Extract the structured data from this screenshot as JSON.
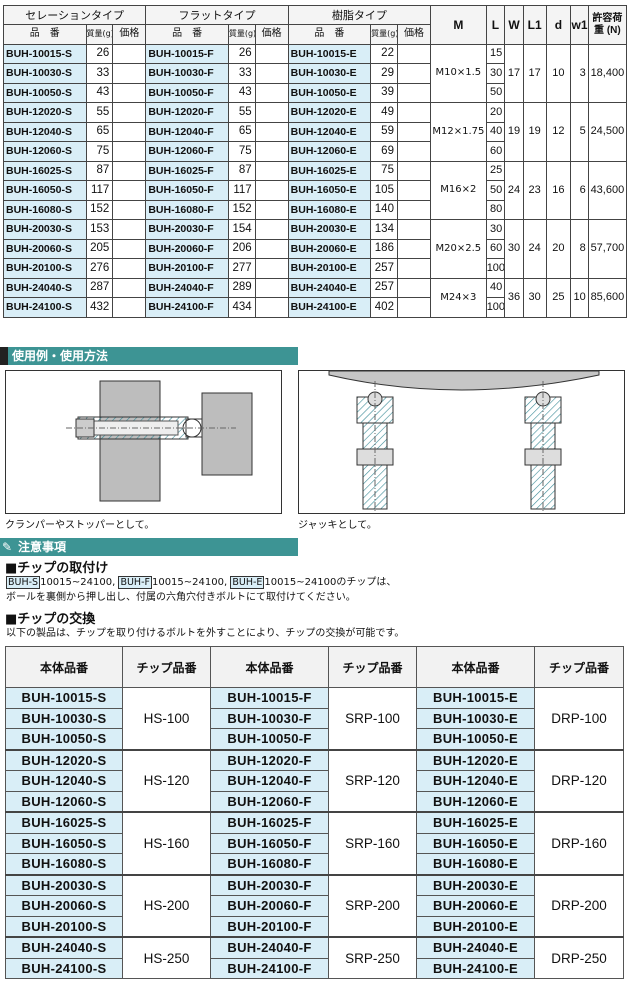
{
  "spec": {
    "groups": [
      "セレーションタイプ",
      "フラットタイプ",
      "樹脂タイプ"
    ],
    "sub_headers": {
      "code": "品　番",
      "mass": "質量(g)",
      "price": "価格"
    },
    "dim_headers": [
      "M",
      "L",
      "W",
      "L1",
      "d",
      "w1"
    ],
    "load_header": "許容荷重 (N)",
    "rows": [
      {
        "s": "BUH-10015-S",
        "sm": "26",
        "f": "BUH-10015-F",
        "fm": "26",
        "e": "BUH-10015-E",
        "em": "22",
        "L": "15"
      },
      {
        "s": "BUH-10030-S",
        "sm": "33",
        "f": "BUH-10030-F",
        "fm": "33",
        "e": "BUH-10030-E",
        "em": "29",
        "L": "30"
      },
      {
        "s": "BUH-10050-S",
        "sm": "43",
        "f": "BUH-10050-F",
        "fm": "43",
        "e": "BUH-10050-E",
        "em": "39",
        "L": "50"
      },
      {
        "s": "BUH-12020-S",
        "sm": "55",
        "f": "BUH-12020-F",
        "fm": "55",
        "e": "BUH-12020-E",
        "em": "49",
        "L": "20"
      },
      {
        "s": "BUH-12040-S",
        "sm": "65",
        "f": "BUH-12040-F",
        "fm": "65",
        "e": "BUH-12040-E",
        "em": "59",
        "L": "40"
      },
      {
        "s": "BUH-12060-S",
        "sm": "75",
        "f": "BUH-12060-F",
        "fm": "75",
        "e": "BUH-12060-E",
        "em": "69",
        "L": "60"
      },
      {
        "s": "BUH-16025-S",
        "sm": "87",
        "f": "BUH-16025-F",
        "fm": "87",
        "e": "BUH-16025-E",
        "em": "75",
        "L": "25"
      },
      {
        "s": "BUH-16050-S",
        "sm": "117",
        "f": "BUH-16050-F",
        "fm": "117",
        "e": "BUH-16050-E",
        "em": "105",
        "L": "50"
      },
      {
        "s": "BUH-16080-S",
        "sm": "152",
        "f": "BUH-16080-F",
        "fm": "152",
        "e": "BUH-16080-E",
        "em": "140",
        "L": "80"
      },
      {
        "s": "BUH-20030-S",
        "sm": "153",
        "f": "BUH-20030-F",
        "fm": "154",
        "e": "BUH-20030-E",
        "em": "134",
        "L": "30"
      },
      {
        "s": "BUH-20060-S",
        "sm": "205",
        "f": "BUH-20060-F",
        "fm": "206",
        "e": "BUH-20060-E",
        "em": "186",
        "L": "60"
      },
      {
        "s": "BUH-20100-S",
        "sm": "276",
        "f": "BUH-20100-F",
        "fm": "277",
        "e": "BUH-20100-E",
        "em": "257",
        "L": "100"
      },
      {
        "s": "BUH-24040-S",
        "sm": "287",
        "f": "BUH-24040-F",
        "fm": "289",
        "e": "BUH-24040-E",
        "em": "257",
        "L": "40"
      },
      {
        "s": "BUH-24100-S",
        "sm": "432",
        "f": "BUH-24100-F",
        "fm": "434",
        "e": "BUH-24100-E",
        "em": "402",
        "L": "100"
      }
    ],
    "sizes": [
      {
        "M": "M10×1.5",
        "W": "17",
        "L1": "17",
        "d": "10",
        "w1": "3",
        "load": "18,400"
      },
      {
        "M": "M12×1.75",
        "W": "19",
        "L1": "19",
        "d": "12",
        "w1": "5",
        "load": "24,500"
      },
      {
        "M": "M16×2",
        "W": "24",
        "L1": "23",
        "d": "16",
        "w1": "6",
        "load": "43,600"
      },
      {
        "M": "M20×2.5",
        "W": "30",
        "L1": "24",
        "d": "20",
        "w1": "8",
        "load": "57,700"
      },
      {
        "M": "M24×3",
        "W": "36",
        "L1": "30",
        "d": "25",
        "w1": "10",
        "load": "85,600"
      }
    ]
  },
  "usage": {
    "title": "使用例・使用方法",
    "caption_left": "クランパーやストッパーとして。",
    "caption_right": "ジャッキとして。"
  },
  "notes": {
    "title": "注意事項",
    "attach_heading": "■チップの取付け",
    "attach_s_box": "BUH-S",
    "attach_s_range": "10015~24100,",
    "attach_f_box": "BUH-F",
    "attach_f_range": "10015~24100,",
    "attach_e_box": "BUH-E",
    "attach_e_range": "10015~24100のチップは、",
    "attach_line2": "ボールを裏側から押し出し、付属の六角穴付きボルトにて取付けてください。",
    "replace_heading": "■チップの交換",
    "replace_text": "以下の製品は、チップを取り付けるボルトを外すことにより、チップの交換が可能です。"
  },
  "tips": {
    "headers": [
      "本体品番",
      "チップ品番",
      "本体品番",
      "チップ品番",
      "本体品番",
      "チップ品番"
    ],
    "groups": [
      {
        "s": [
          "BUH-10015-S",
          "BUH-10030-S",
          "BUH-10050-S"
        ],
        "st": "HS-100",
        "f": [
          "BUH-10015-F",
          "BUH-10030-F",
          "BUH-10050-F"
        ],
        "ft": "SRP-100",
        "e": [
          "BUH-10015-E",
          "BUH-10030-E",
          "BUH-10050-E"
        ],
        "et": "DRP-100"
      },
      {
        "s": [
          "BUH-12020-S",
          "BUH-12040-S",
          "BUH-12060-S"
        ],
        "st": "HS-120",
        "f": [
          "BUH-12020-F",
          "BUH-12040-F",
          "BUH-12060-F"
        ],
        "ft": "SRP-120",
        "e": [
          "BUH-12020-E",
          "BUH-12040-E",
          "BUH-12060-E"
        ],
        "et": "DRP-120"
      },
      {
        "s": [
          "BUH-16025-S",
          "BUH-16050-S",
          "BUH-16080-S"
        ],
        "st": "HS-160",
        "f": [
          "BUH-16025-F",
          "BUH-16050-F",
          "BUH-16080-F"
        ],
        "ft": "SRP-160",
        "e": [
          "BUH-16025-E",
          "BUH-16050-E",
          "BUH-16080-E"
        ],
        "et": "DRP-160"
      },
      {
        "s": [
          "BUH-20030-S",
          "BUH-20060-S",
          "BUH-20100-S"
        ],
        "st": "HS-200",
        "f": [
          "BUH-20030-F",
          "BUH-20060-F",
          "BUH-20100-F"
        ],
        "ft": "SRP-200",
        "e": [
          "BUH-20030-E",
          "BUH-20060-E",
          "BUH-20100-E"
        ],
        "et": "DRP-200"
      },
      {
        "s": [
          "BUH-24040-S",
          "BUH-24100-S"
        ],
        "st": "HS-250",
        "f": [
          "BUH-24040-F",
          "BUH-24100-F"
        ],
        "ft": "SRP-250",
        "e": [
          "BUH-24040-E",
          "BUH-24100-E"
        ],
        "et": "DRP-250"
      }
    ]
  }
}
